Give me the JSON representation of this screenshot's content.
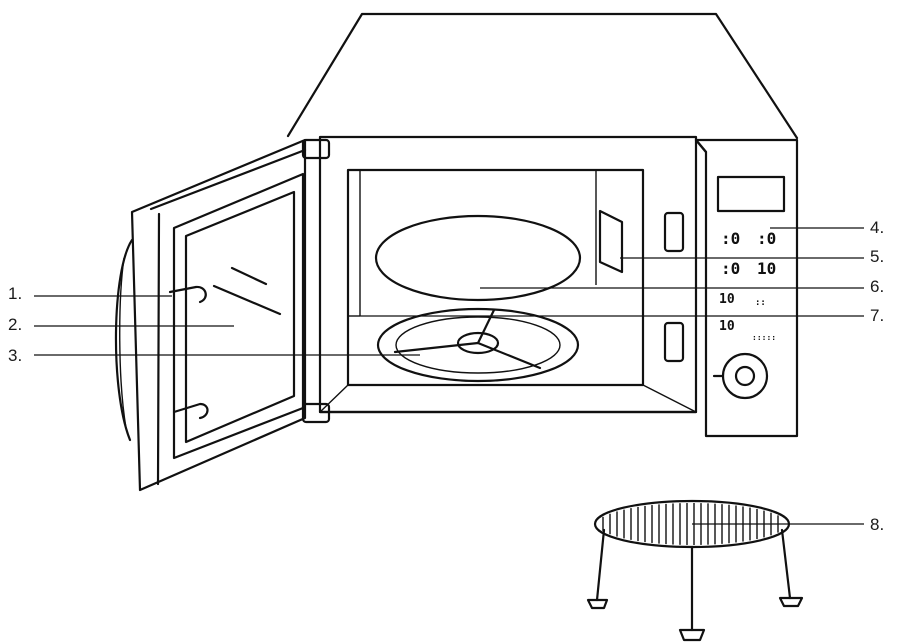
{
  "callouts": [
    {
      "id": "1",
      "label": "1."
    },
    {
      "id": "2",
      "label": "2."
    },
    {
      "id": "3",
      "label": "3."
    },
    {
      "id": "4",
      "label": "4."
    },
    {
      "id": "5",
      "label": "5."
    },
    {
      "id": "6",
      "label": "6."
    },
    {
      "id": "7",
      "label": "7."
    },
    {
      "id": "8",
      "label": "8."
    }
  ],
  "colors": {
    "line": "#111111",
    "background": "#ffffff"
  }
}
